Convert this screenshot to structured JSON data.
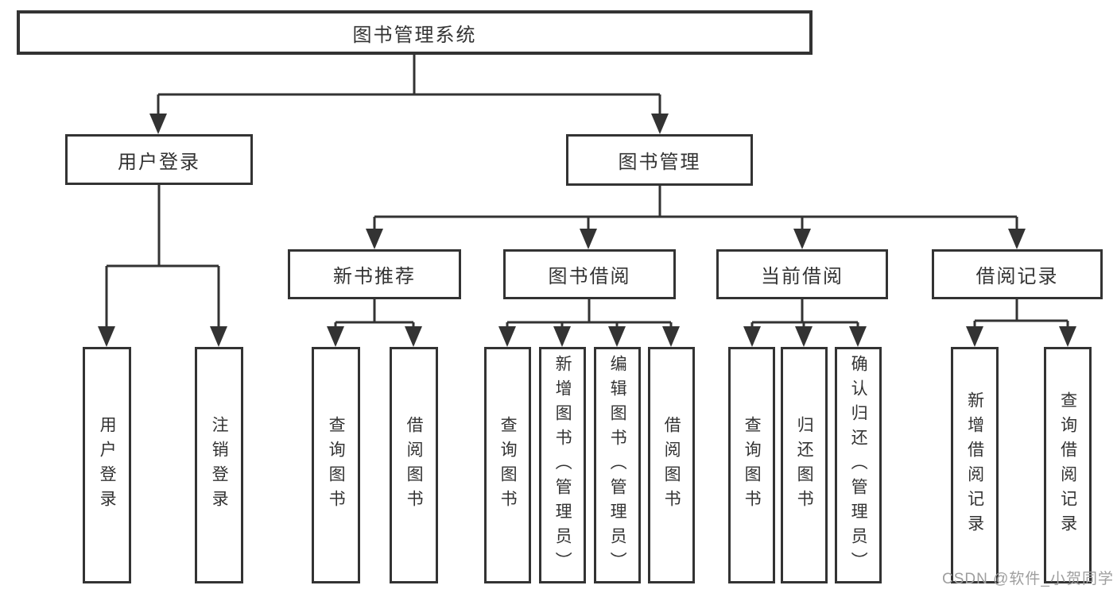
{
  "diagram": {
    "root": "图书管理系统",
    "level1": [
      {
        "label": "用户登录",
        "children": [
          "用户登录",
          "注销登录"
        ]
      },
      {
        "label": "图书管理",
        "groups": [
          {
            "label": "新书推荐",
            "children": [
              "查询图书",
              "借阅图书"
            ]
          },
          {
            "label": "图书借阅",
            "children": [
              "查询图书",
              "新增图书（管理员）",
              "编辑图书（管理员）",
              "借阅图书"
            ]
          },
          {
            "label": "当前借阅",
            "children": [
              "查询图书",
              "归还图书",
              "确认归还（管理员）"
            ]
          },
          {
            "label": "借阅记录",
            "children": [
              "新增借阅记录",
              "查询借阅记录"
            ]
          }
        ]
      }
    ]
  },
  "watermark": "CSDN @软件_小贺同学",
  "colors": {
    "line": "#333333",
    "box_border": "#333333",
    "box_background": "#ffffff",
    "text": "#333333",
    "watermark": "#9e9e9e"
  }
}
